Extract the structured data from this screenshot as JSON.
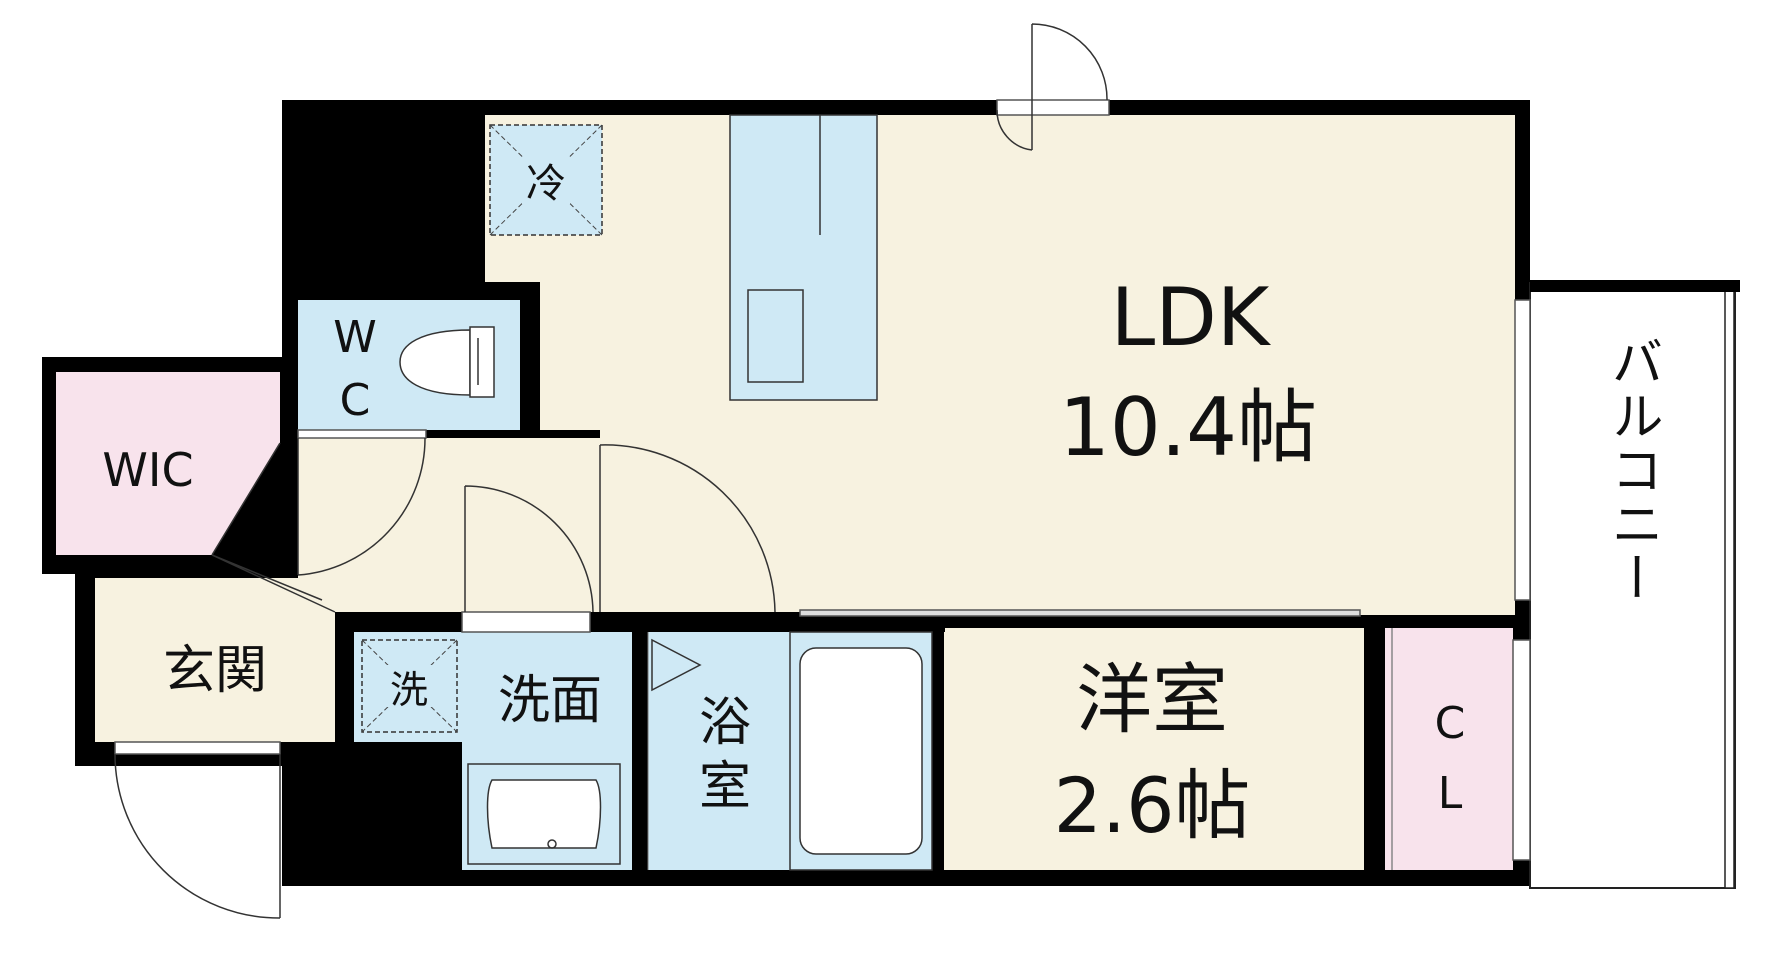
{
  "rooms": {
    "ldk": {
      "name": "LDK",
      "size": "10.4帖"
    },
    "western_room": {
      "name": "洋室",
      "size": "2.6帖"
    },
    "wic": {
      "name": "WIC"
    },
    "wc": {
      "line1": "W",
      "line2": "C"
    },
    "entrance": {
      "name": "玄関"
    },
    "washroom": {
      "name": "洗面"
    },
    "bathroom": {
      "line1": "浴",
      "line2": "室"
    },
    "closet": {
      "line1": "C",
      "line2": "L"
    },
    "balcony": {
      "name": "バルコニー"
    }
  },
  "fixtures": {
    "refrigerator": "冷",
    "washing_machine": "洗"
  },
  "colors": {
    "wall": "#000000",
    "ldk_floor": "#f7f2e0",
    "wet_area": "#cfe9f5",
    "closet_area": "#f8e3ec",
    "balcony": "#ffffff"
  }
}
